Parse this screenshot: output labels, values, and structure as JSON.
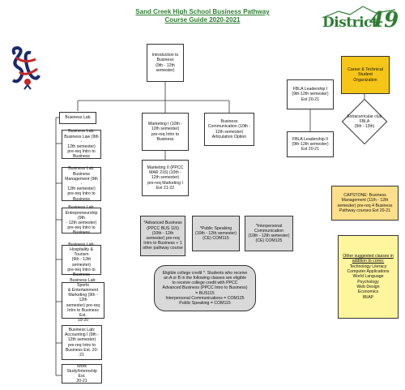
{
  "header": {
    "title_line1": "Sand Creek High School Business Pathway",
    "title_line2": "Course Guide 2020-2021"
  },
  "logo": {
    "district_word": "District",
    "district_number": "49",
    "brand_color": "#2e7d32",
    "mascot_icon": "scorpion-sc-logo"
  },
  "intro": "Introduction to\nBusiness\n(9th - 12th\nsemester)",
  "left_column": {
    "header": "Business Lab",
    "items": [
      "Business Lab:\nBusiness Law (9th -\n12th semester)\npre-req Intro to\nBusiness",
      "Business Lab:\nBusiness\nManagement (9th -\n12th semester)\npre-req Intro to\nBusiness",
      "Business Lab:\nEntrepreneurship (9th\n- 12th semester)\npre-req Intro to\nBusiness",
      "Business Lab:\nHospitality & Tourism\n(9th - 12th semester)\npre-req Intro to\nBusiness",
      "Business Lab: Sports\n& Entertainment\nMarketing (9th - 12th\nsemester) pre-req\nIntro to Business Est.\n19-20",
      "Business Lab:\nAccounting I (9th -\n12th semester)\npre-req Intro to\nBusiness Est. 20-21",
      "Work\nStudy/Internship Est.\n20-21"
    ]
  },
  "middle": {
    "marketing1": "Marketing I (10th -\n12th semester)\npre-req Intro to\nBusiness",
    "marketing2": "Marketing II (PPCC\nMAR 216) (10th -\n12th semester)\npre-req Marketing I\nEst 21-22",
    "bizcomm": "Business\nCommunication (10th -\n12th   semester)\nArticulation Option"
  },
  "fbla": {
    "leadership1": "FBLA Leadership I\n(9th-12th semester)\nEst 20-21",
    "leadership2": "FBLA Leadership II\n(9th-12th semester)\nEst 20-21"
  },
  "ctso": {
    "label": "Career & Technical\nStudent\nOrganization",
    "diamond": "Extracurricular club\nFBLA\n(9th - 12th)"
  },
  "college_credit": {
    "adv_business": "*Advanced Business\n(PPCC BUS 115)\n(10th - 12th\nsemester) pre-req\nIntro to Business + 1\nother pathway course",
    "public_speaking": "*Public Speaking\n(10th - 12th semester)\n(CE) COM115",
    "interpersonal": "*Interpersonal\nCommunication\n(10th - 12th  semester)\n(CE) COM125",
    "note": "Eligible college credit *. Students who receive\nan A or B in the following classes are eligible\nto receive college credit with PPCC\nAdvanced Business (PPCC Intro to Business)\n= BUS115\nInterpersonal Communications = COM125\nPublic Speaking = COM115"
  },
  "capstone": "CAPSTONE: Business\nManagement (11th - 12th\nsemester)     pre-req 4 Business\nPathway courses Est 20-21",
  "other_classes": {
    "header": "Other suggested classes in\naddition to cores:",
    "items": [
      "Technology Literacy",
      "Computer Applications",
      "World Language",
      "Psychology",
      "Web Design",
      "Economics",
      "IB/AP"
    ]
  }
}
